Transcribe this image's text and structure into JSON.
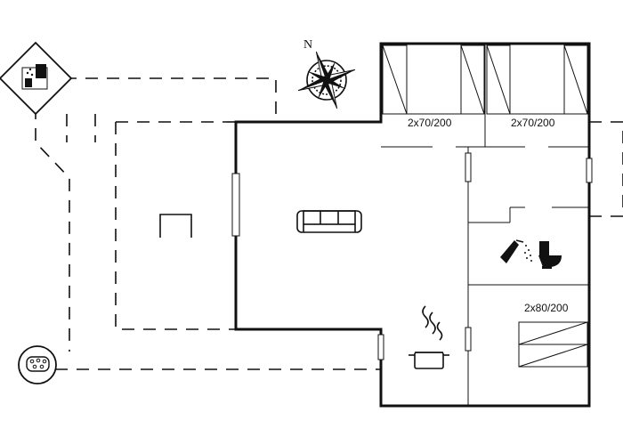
{
  "compass": {
    "north_label": "N"
  },
  "rooms": {
    "bedroom_1": {
      "bed_size": "2x70/200"
    },
    "bedroom_2": {
      "bed_size": "2x70/200"
    },
    "bedroom_3": {
      "bed_size": "2x80/200"
    }
  },
  "icons": {
    "sauna": "sauna-icon",
    "hot_tub": "hot-tub-icon",
    "sofa": "sofa-icon",
    "shower": "shower-icon",
    "toilet": "toilet-icon",
    "cooking_pot": "cooking-pot-icon",
    "compass": "compass-icon"
  }
}
